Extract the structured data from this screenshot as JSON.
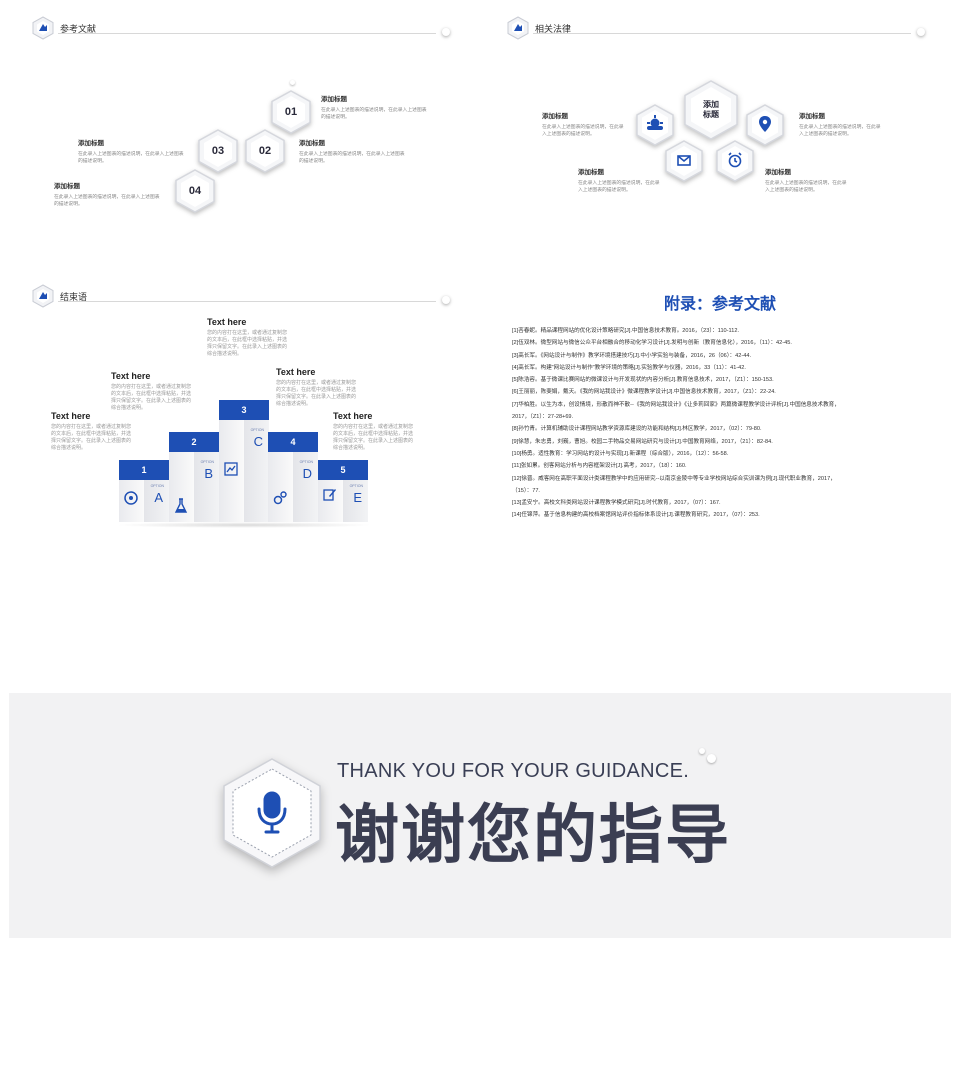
{
  "slide1": {
    "title": "参考文献",
    "hexes": [
      "01",
      "02",
      "03",
      "04"
    ],
    "items": [
      {
        "title": "添加标题",
        "desc1": "在此录入上述图表的描述说明，在此录入上述图表",
        "desc2": "的描述说明。"
      },
      {
        "title": "添加标题",
        "desc1": "在此录入上述图表的描述说明，在此录入上述图表",
        "desc2": "的描述说明。"
      },
      {
        "title": "添加标题",
        "desc1": "在此录入上述图表的描述说明，在此录入上述图表",
        "desc2": "的描述说明。"
      },
      {
        "title": "添加标题",
        "desc1": "在此录入上述图表的描述说明，在此录入上述图表",
        "desc2": "的描述说明。"
      }
    ]
  },
  "slide2": {
    "title": "相关法律",
    "center": "添加\n标题",
    "items": [
      {
        "title": "添加标题",
        "desc1": "在此录入上述图表的描述说明，在此录",
        "desc2": "入上述图表的描述说明。"
      },
      {
        "title": "添加标题",
        "desc1": "在此录入上述图表的描述说明，在此录",
        "desc2": "入上述图表的描述说明。"
      },
      {
        "title": "添加标题",
        "desc1": "在此录入上述图表的描述说明，在此录",
        "desc2": "入上述图表的描述说明。"
      },
      {
        "title": "添加标题",
        "desc1": "在此录入上述图表的描述说明，在此录",
        "desc2": "入上述图表的描述说明。"
      }
    ]
  },
  "slide3": {
    "title": "结束语",
    "texts": [
      {
        "title": "Text here",
        "lines": [
          "您的内容打在这里，或者通过复制您",
          "的文本后，在此框中选择粘贴，并选",
          "择只保留文字。在此录入上述图表的",
          "综合描述说明。"
        ]
      },
      {
        "title": "Text here",
        "lines": [
          "您的内容打在这里，或者通过复制您",
          "的文本后，在此框中选择粘贴，并选",
          "择只保留文字。在此录入上述图表的",
          "综合描述说明。"
        ]
      },
      {
        "title": "Text here",
        "lines": [
          "您的内容打在这里，或者通过复制您",
          "的文本后，在此框中选择粘贴，并选",
          "择只保留文字。在此录入上述图表的",
          "综合描述说明。"
        ]
      },
      {
        "title": "Text here",
        "lines": [
          "您的内容打在这里，或者通过复制您",
          "的文本后，在此框中选择粘贴，并选",
          "择只保留文字。在此录入上述图表的",
          "综合描述说明。"
        ]
      },
      {
        "title": "Text here",
        "lines": [
          "您的内容打在这里，或者通过复制您",
          "的文本后，在此框中选择粘贴，并选",
          "择只保留文字。在此录入上述图表的",
          "综合描述说明。"
        ]
      }
    ],
    "steps": [
      {
        "num": "1",
        "letter": "A",
        "option": "OPTION"
      },
      {
        "num": "2",
        "letter": "B",
        "option": "OPTION"
      },
      {
        "num": "3",
        "letter": "C",
        "option": "OPTION"
      },
      {
        "num": "4",
        "letter": "D",
        "option": "OPTION"
      },
      {
        "num": "5",
        "letter": "E",
        "option": "OPTION"
      }
    ]
  },
  "slide4": {
    "title": "附录：参考文献",
    "refs": [
      "[1]吝春妮。精品课程网站的优化设计策略研究[J].中国信息技术教育。2016，（23）：110-112.",
      "[2]伍双林。微型网站与微信公众平台相融合的移动化学习设计[J].发明与创新（教育信息化），2016，（11）：42-45.",
      "[3]高长军。《网站设计与制作》教学环境搭建技巧[J].中小学实验与装备，2016，26（06）：42-44.",
      "[4]高长军。构建“网站设计与制作”教学环境的策略[J].实验教学与仪器，2016，33（11）：41-42.",
      "[5]陈浩容。基于微课比赛网站的微课设计与开发现状的内容分析[J].教育信息技术，2017，（Z1）：150-153.",
      "[6]王丽丽，陈斐娟，戴天。《我的网站我设计》微课程教学设计[J].中国信息技术教育，2017，（Z1）：22-24.",
      "[7]华柏胜。以生为本，创设情境，形散而神不散--《我的网站我设计》《让多莉回家》两篇微课程教学设计评析[J].中国信息技术教育，",
      "2017，（Z1）：27-28+69.",
      "[8]孙竹青。计算机辅助设计课程网站教学资源库建设的功能和结构[J].林区教学，2017，（02）：79-80.",
      "[9]徐慧，朱志勇，刘巍，曹旭。校园二手物品交易网站研究与设计[J].中国教育网络，2017，（21）：82-84.",
      "[10]杨勇。适性教育：学习网站的设计与实现[J].新课程（综合版），2016，（12）：56-58.",
      "[11]张如累。创客网站分析与内容框架设计[J].高考，2017，（18）：160.",
      "[12]徐晋。威客网在高职平面设计类课程教学中的应用研究--以南京金陵中等专业学校网站综合实训课为例[J].现代职业教育，2017，",
      "（15）：77.",
      "[13]孟安宁。高校文科类网站设计课程教学模式研究[J].时代教育，2017，（07）：167.",
      "[14]任锦萍。基于信息构建的高校档案馆网站评价指标体系设计[J].课程教育研究，2017，（07）：253."
    ]
  },
  "thanks": {
    "en": "THANK YOU FOR YOUR GUIDANCE.",
    "zh": "谢谢您的指导"
  }
}
